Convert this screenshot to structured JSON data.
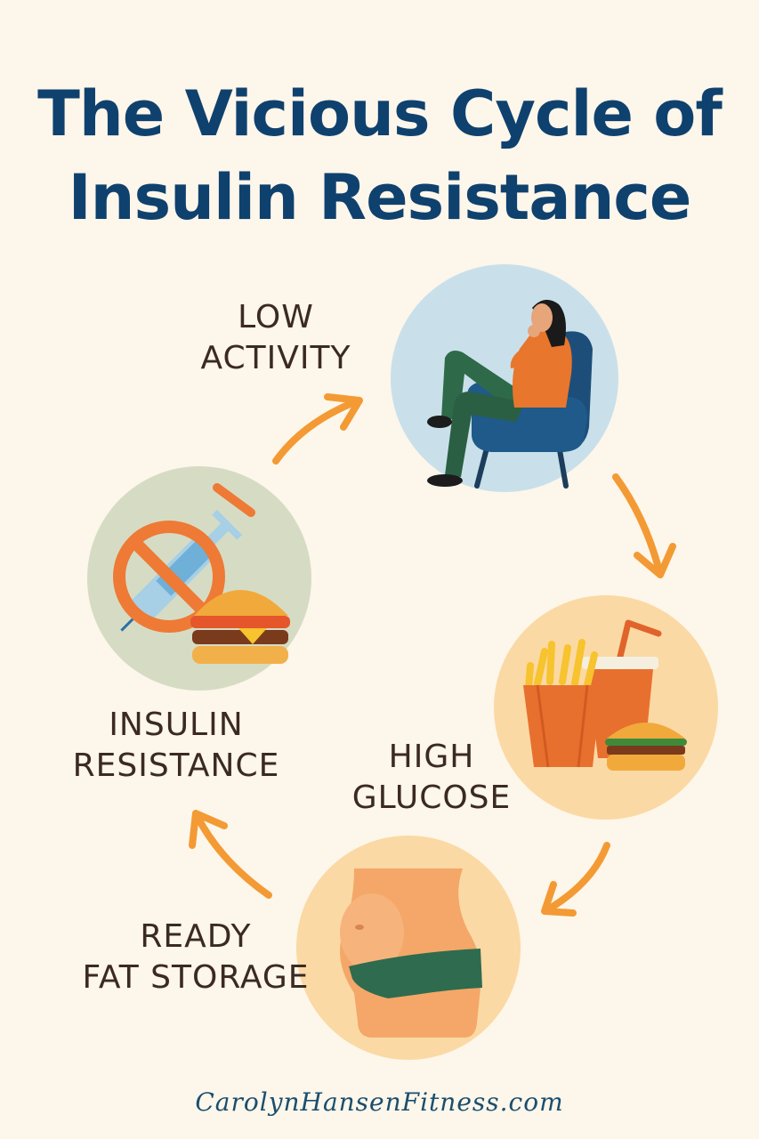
{
  "title": {
    "line1": "The Vicious Cycle of",
    "line2": "Insulin Resistance"
  },
  "stages": {
    "low_activity": {
      "line1": "LOW",
      "line2": "ACTIVITY",
      "icon": "person-on-armchair-icon"
    },
    "high_glucose": {
      "line1": "HIGH",
      "line2": "GLUCOSE",
      "icon": "fast-food-icon"
    },
    "fat_storage": {
      "line1": "READY",
      "line2": "FAT STORAGE",
      "icon": "belly-icon"
    },
    "insulin_resistance": {
      "line1": "INSULIN",
      "line2": "RESISTANCE",
      "icon": "blocked-insulin-syringe-icon"
    }
  },
  "footer": {
    "text": "CarolynHansenFitness.com"
  },
  "colors": {
    "background": "#fdf6ea",
    "title": "#0f416e",
    "label": "#3b2a22",
    "arrow": "#f39a34",
    "circle_blue": "#c9e0ea",
    "circle_peach": "#fbd9a4",
    "circle_sage": "#d6dcc4"
  }
}
